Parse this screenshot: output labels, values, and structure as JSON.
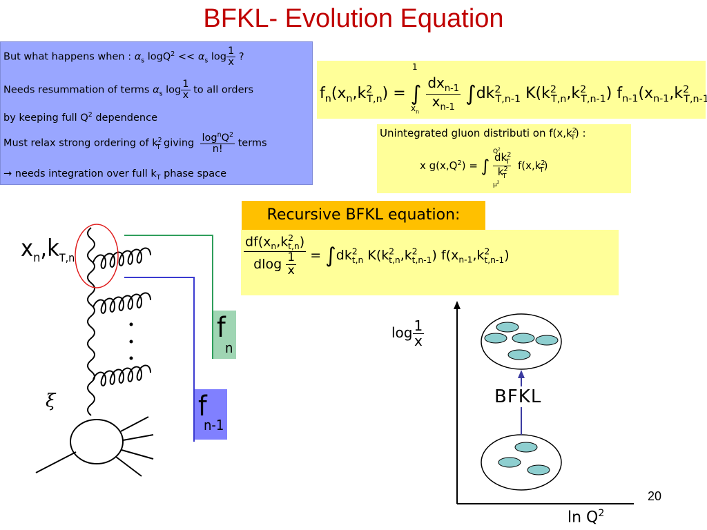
{
  "slide": {
    "title": "BFKL- Evolution Equation",
    "page_number": "20"
  },
  "bullets": {
    "line1_prefix": "But what happens when :",
    "line1_mid": "logQ",
    "line1_log": "log",
    "line1_end": "?",
    "line2_prefix": "Needs resummation of terms",
    "line2_log": "log",
    "line2_end": "to all  orders",
    "line3": "by keeping full Q",
    "line3_end": "dependence",
    "line4_prefix": "Must relax strong ordering of k",
    "line4_mid": "giving",
    "line4_frac_num": "log",
    "line4_frac_den": "n!",
    "line4_end": "terms",
    "line5_prefix": "needs integration over full  k",
    "line5_end": "phase space"
  },
  "eq_box1": {
    "lhs": "f",
    "integrand_num": "dx",
    "integrand_den": "x",
    "rhs": "dk"
  },
  "eq_box2": {
    "header": "Unintegrated gluon distributi on f(x,k",
    "header_end": ") :",
    "lhs": "x g(x,Q",
    "lhs_end": ") =",
    "num": "dk",
    "den": "k",
    "rhs": "f(x,k",
    "rhs_end": ")"
  },
  "recursive_label": "Recursive BFKL equation:",
  "eq_box3": {
    "num": "df(x",
    "den": "dlog",
    "rhs": "dk"
  },
  "diagram": {
    "label_x": "x",
    "label_k": "k",
    "f_n": "f",
    "f_n1": "f",
    "xi": "ξ"
  },
  "plot": {
    "ylabel_log": "log",
    "xlabel": "ln Q",
    "arrow_label": "BFKL"
  }
}
